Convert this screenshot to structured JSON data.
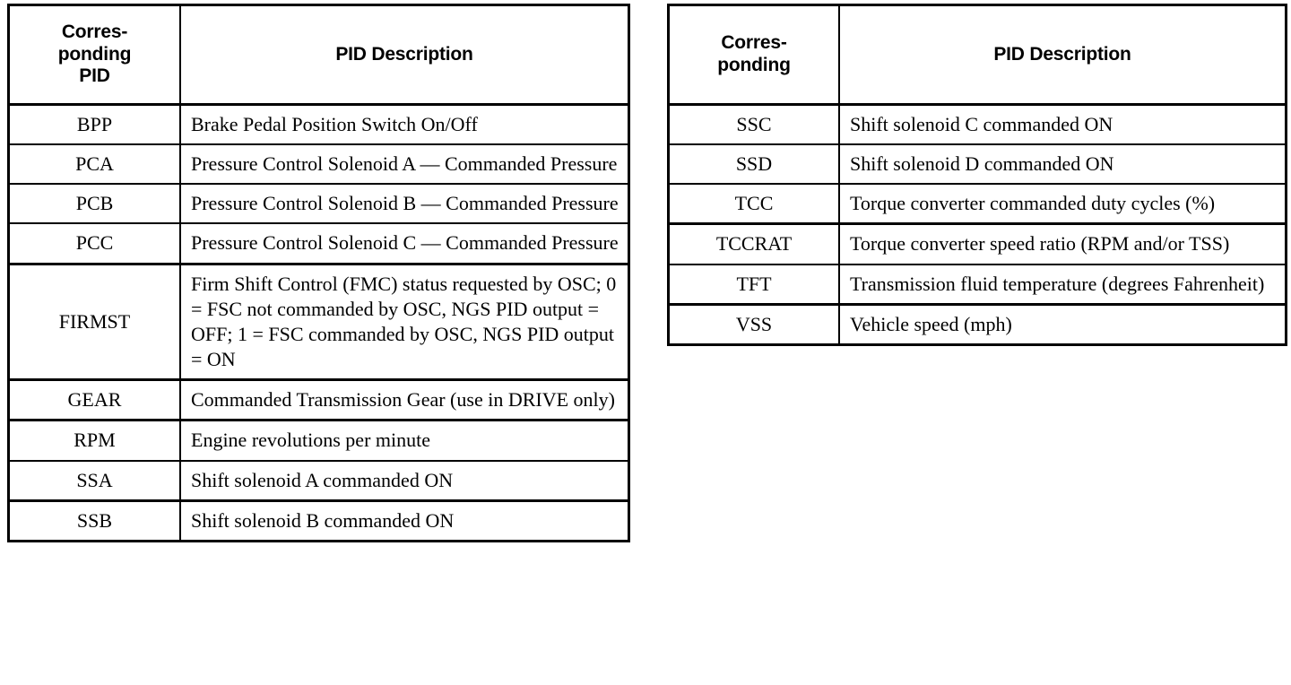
{
  "document": {
    "type": "two-column-reference-table",
    "title": "Corresponding PID / PID Description tables"
  },
  "tables": [
    {
      "id": "left",
      "headers": {
        "pid_lines": [
          "Corres-",
          "ponding",
          "PID"
        ],
        "description": "PID Description"
      },
      "rows": [
        {
          "pid": "BPP",
          "description": "Brake Pedal Position Switch On/Off"
        },
        {
          "pid": "PCA",
          "description": "Pressure Control Solenoid A — Commanded Pressure"
        },
        {
          "pid": "PCB",
          "description": "Pressure Control Solenoid B — Commanded Pressure"
        },
        {
          "pid": "PCC",
          "description": "Pressure Control Solenoid C — Commanded Pressure"
        },
        {
          "pid": "FIRMST",
          "description": "Firm Shift Control (FMC) status requested by OSC; 0 = FSC not commanded by OSC, NGS PID output = OFF; 1 = FSC commanded by OSC, NGS PID output = ON"
        },
        {
          "pid": "GEAR",
          "description": "Commanded Transmission Gear (use in DRIVE only)"
        },
        {
          "pid": "RPM",
          "description": "Engine revolutions per minute"
        },
        {
          "pid": "SSA",
          "description": "Shift solenoid A commanded ON"
        },
        {
          "pid": "SSB",
          "description": "Shift solenoid B commanded ON"
        }
      ]
    },
    {
      "id": "right",
      "headers": {
        "pid_lines": [
          "Corres-",
          "ponding"
        ],
        "description": "PID Description"
      },
      "rows": [
        {
          "pid": "SSC",
          "description": "Shift solenoid C commanded ON"
        },
        {
          "pid": "SSD",
          "description": "Shift solenoid D commanded ON"
        },
        {
          "pid": "TCC",
          "description": "Torque converter commanded duty cycles (%)"
        },
        {
          "pid": "TCCRAT",
          "description": "Torque converter speed ratio (RPM and/or TSS)"
        },
        {
          "pid": "TFT",
          "description": "Transmission fluid temperature (degrees Fahrenheit)"
        },
        {
          "pid": "VSS",
          "description": "Vehicle speed (mph)"
        }
      ]
    }
  ]
}
